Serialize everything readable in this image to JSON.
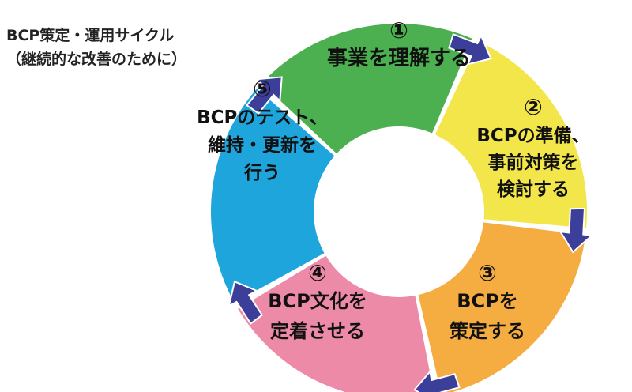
{
  "title": {
    "line1": "BCP策定・運用サイクル",
    "line2": "（継続的な改善のために）"
  },
  "steps": [
    {
      "number": "①",
      "lines": [
        "事業を理解する"
      ],
      "color": "#1da5dc"
    },
    {
      "number": "②",
      "lines": [
        "BCPの準備、",
        "事前対策を",
        "検討する"
      ],
      "color": "#4caf50"
    },
    {
      "number": "③",
      "lines": [
        "BCPを",
        "策定する"
      ],
      "color": "#f2e64a"
    },
    {
      "number": "④",
      "lines": [
        "BCP文化を",
        "定着させる"
      ],
      "color": "#f5ad42"
    },
    {
      "number": "⑤",
      "lines": [
        "BCPのテスト、",
        "維持・更新を",
        "行う"
      ],
      "color": "#ec8aa8"
    }
  ],
  "colors": {
    "arrow": "#3c3f9a",
    "background": "#ffffff"
  }
}
